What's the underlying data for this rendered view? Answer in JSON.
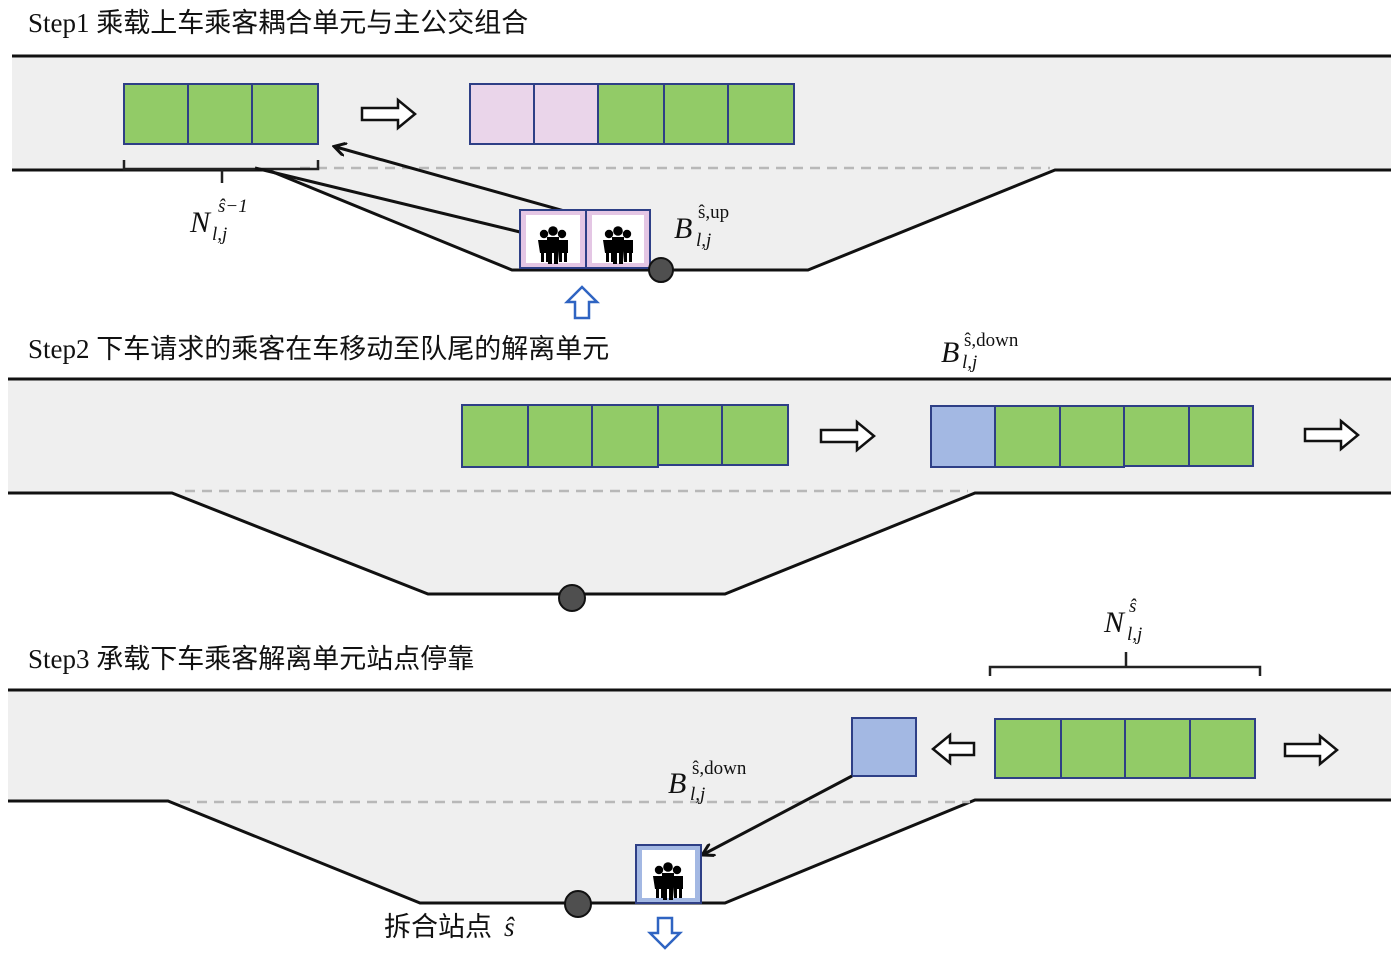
{
  "colors": {
    "unit_green": "#92cb67",
    "unit_pink": "#ead5ea",
    "unit_blue": "#a3b8e3",
    "unit_border": "#2e3f86",
    "road": "#efefef",
    "stop": "#4f4f4f",
    "up_arrow": "#2f64c2"
  },
  "steps": [
    {
      "title": "Step1 乘载上车乘客耦合单元与主公交组合",
      "left_group_units": [
        "green",
        "green",
        "green"
      ],
      "combined_group_units": [
        "pink",
        "pink",
        "green",
        "green",
        "green"
      ],
      "boarding_units": [
        "pink-passengers",
        "pink-passengers"
      ],
      "labels": {
        "N_main": "N",
        "N_sub": "l,j",
        "N_sup": "ŝ−1",
        "B_main": "B",
        "B_sub": "l,j",
        "B_sup": "ŝ,up"
      },
      "arrow_right": "hollow-right-arrow",
      "arrow_up": "blue-up-arrow"
    },
    {
      "title": "Step2 下车请求的乘客在车移动至队尾的解离单元",
      "left_group_units": [
        "green",
        "green",
        "green",
        "green",
        "green"
      ],
      "right_group_units": [
        "blue",
        "green",
        "green",
        "green",
        "green"
      ],
      "labels": {
        "B_main": "B",
        "B_sub": "l,j",
        "B_sup": "ŝ,down"
      }
    },
    {
      "title": "Step3 承载下车乘客解离单元站点停靠",
      "detached_unit": "blue",
      "main_group_units": [
        "green",
        "green",
        "green",
        "green"
      ],
      "docked_unit": "blue-passengers",
      "labels": {
        "N_main": "N",
        "N_sub": "l,j",
        "N_sup": "ŝ",
        "B_main": "B",
        "B_sub": "l,j",
        "B_sup": "ŝ,down",
        "station": "拆合站点",
        "station_symbol": "ŝ"
      }
    }
  ]
}
